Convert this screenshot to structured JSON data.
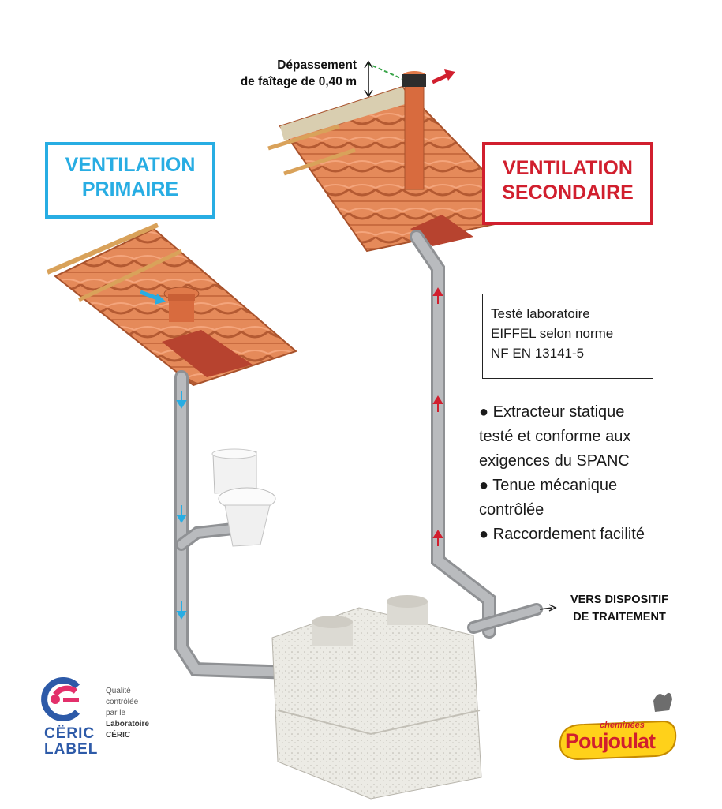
{
  "primary_label": {
    "line1": "VENTILATION",
    "line2": "PRIMAIRE"
  },
  "secondary_label": {
    "line1": "VENTILATION",
    "line2": "SECONDAIRE"
  },
  "overhang": {
    "line1": "Dépassement",
    "line2": "de faîtage de 0,40 m"
  },
  "test_box": {
    "line1": "Testé laboratoire",
    "line2": "EIFFEL selon norme",
    "line3": "NF EN 13141-5"
  },
  "features": [
    "● Extracteur statique",
    "testé et conforme aux",
    "exigences du SPANC",
    "● Tenue mécanique",
    "contrôlée",
    "● Raccordement facilité"
  ],
  "outlet": {
    "line1": "VERS DISPOSITIF",
    "line2": "DE TRAITEMENT"
  },
  "ceric": {
    "word1": "CËRIC",
    "word2": "LABEL",
    "text1": "Qualité",
    "text2": "contrôlée",
    "text3": "par le",
    "text4": "Laboratoire",
    "text5": "CÉRIC"
  },
  "brand": {
    "top": "cheminées",
    "main": "Poujoulat"
  },
  "colors": {
    "primary": "#28ade3",
    "secondary": "#d11f2e",
    "tile": "#e07a4a",
    "pipe": "#a7a9ac"
  },
  "icons": [
    "toilet-icon",
    "septic-tank-icon",
    "roof-icon",
    "extractor-icon",
    "cat-icon"
  ]
}
